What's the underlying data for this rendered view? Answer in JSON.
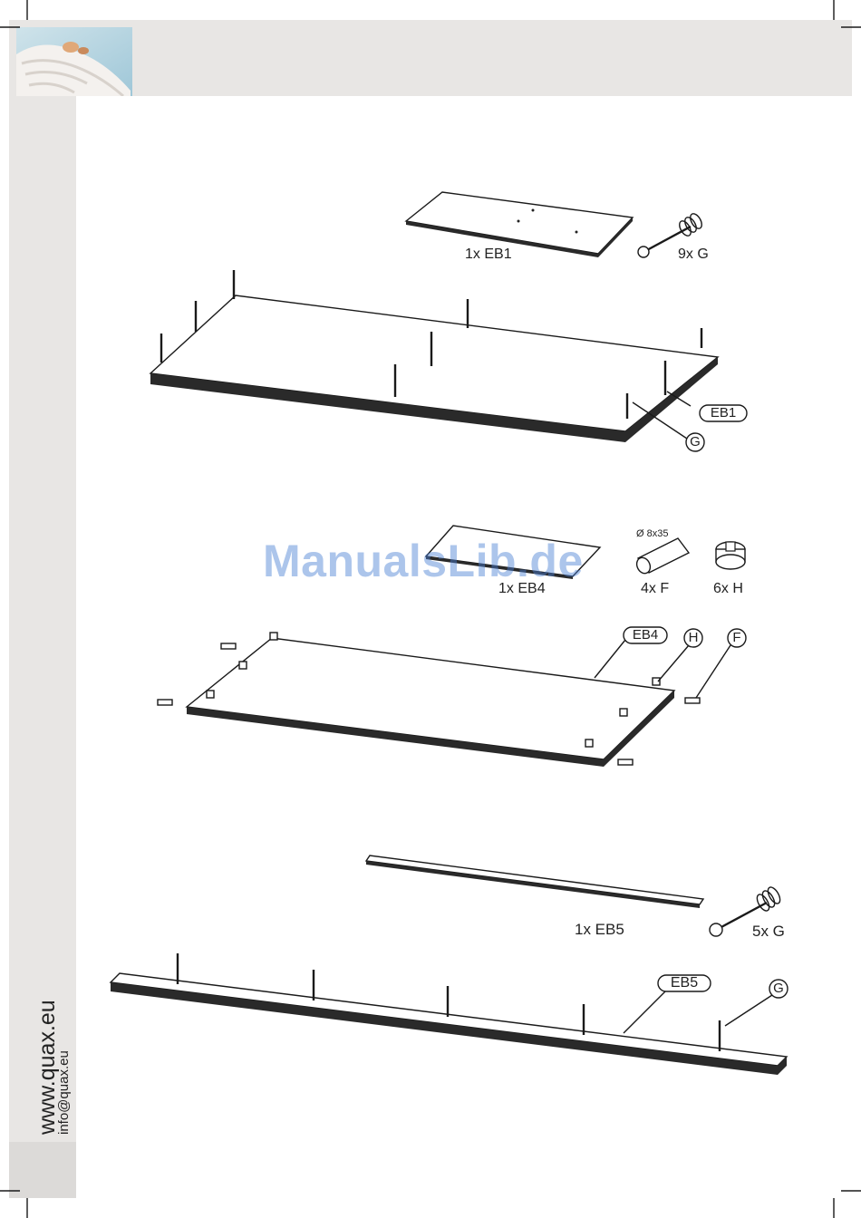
{
  "side": {
    "website": "www.quax.eu",
    "email": "info@quax.eu"
  },
  "watermark": "ManualsLib.de",
  "step1": {
    "part_caption": "1x EB1",
    "hardware_caption": "9x G",
    "callout_panel": "EB1",
    "callout_screw": "G"
  },
  "step2": {
    "part_caption": "1x EB4",
    "dowel_spec": "Ø 8x35",
    "dowel_caption": "4x F",
    "cam_caption": "6x H",
    "callout_panel": "EB4",
    "callout_cam": "H",
    "callout_dowel": "F"
  },
  "step3": {
    "part_caption": "1x EB5",
    "hardware_caption": "5x G",
    "callout_panel": "EB5",
    "callout_screw": "G"
  },
  "colors": {
    "frame": "#e8e6e4",
    "ink": "#1a1a1a",
    "watermark": "#4a7fd4"
  }
}
